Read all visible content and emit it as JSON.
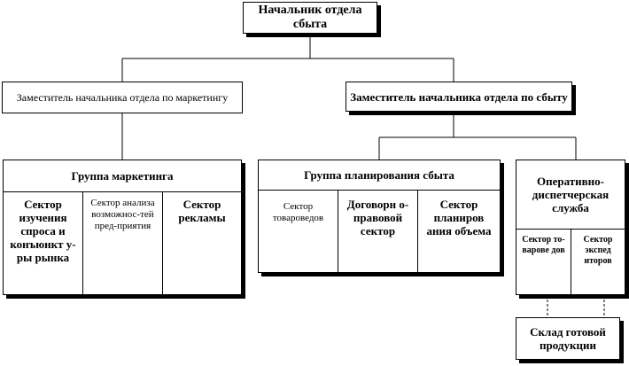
{
  "head": {
    "title": "Начальник отдела сбыта"
  },
  "deputy_marketing": {
    "title": "Заместитель начальника отдела по маркетингу"
  },
  "deputy_sales": {
    "title": "Заместитель начальника отдела по сбыту"
  },
  "marketing_group": {
    "title": "Группа маркетинга",
    "sectors": [
      "Сектор изучения спроса и конъюнкт у-ры рынка",
      "Сектор анализа возможнос-тей пред-приятия",
      "Сектор рекламы"
    ]
  },
  "sales_planning_group": {
    "title": "Группа планирования сбыта",
    "sectors": [
      "Сектор товароведов",
      "Договорн о-правовой сектор",
      "Сектор планиров ания объема"
    ]
  },
  "dispatch_service": {
    "title": "Оперативно-диспетчерская служба",
    "sectors": [
      "Сектор то-варове дов",
      "Сектор экспед иторов"
    ]
  },
  "warehouse": {
    "title": "Склад готовой продукции"
  }
}
